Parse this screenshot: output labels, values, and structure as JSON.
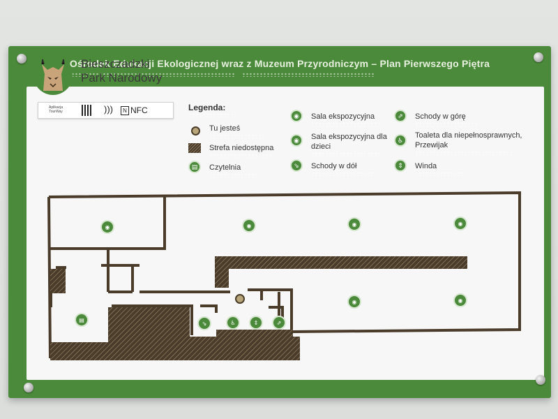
{
  "title": "Ośrodek Edukacji Ekologicznej wraz z Muzeum Przyrodniczym – Plan Pierwszego Piętra",
  "logo": {
    "line1": "Bieszczadzki",
    "line2": "Park Narodowy",
    "icon": "lynx-icon"
  },
  "nfc": {
    "app_label": "Aplikacja TourWay",
    "nfc_label": "NFC",
    "icons": [
      "qr-code-icon",
      "nfc-waves-icon",
      "nfc-logo-icon"
    ]
  },
  "legend": {
    "title": "Legenda:",
    "items": [
      {
        "label": "Tu jesteś",
        "icon": "you-are-here-icon"
      },
      {
        "label": "Strefa niedostępna",
        "icon": "hatched-area-icon"
      },
      {
        "label": "Czytelnia",
        "icon": "reading-room-icon"
      },
      {
        "label": "Sala ekspozycyjna",
        "icon": "eye-icon"
      },
      {
        "label": "Sala ekspozycyjna dla dzieci",
        "icon": "child-eye-icon"
      },
      {
        "label": "Schody w dół",
        "icon": "stairs-down-icon"
      },
      {
        "label": "Schody w górę",
        "icon": "stairs-up-icon"
      },
      {
        "label": "Toaleta dla niepełnosprawnych, Przewijak",
        "icon": "accessible-toilet-icon"
      },
      {
        "label": "Winda",
        "icon": "elevator-icon"
      }
    ]
  },
  "colors": {
    "frame_green": "#4b8a3a",
    "panel": "#f6f7f6",
    "wall": "#4a3b2a",
    "here": "#b8a67a"
  }
}
